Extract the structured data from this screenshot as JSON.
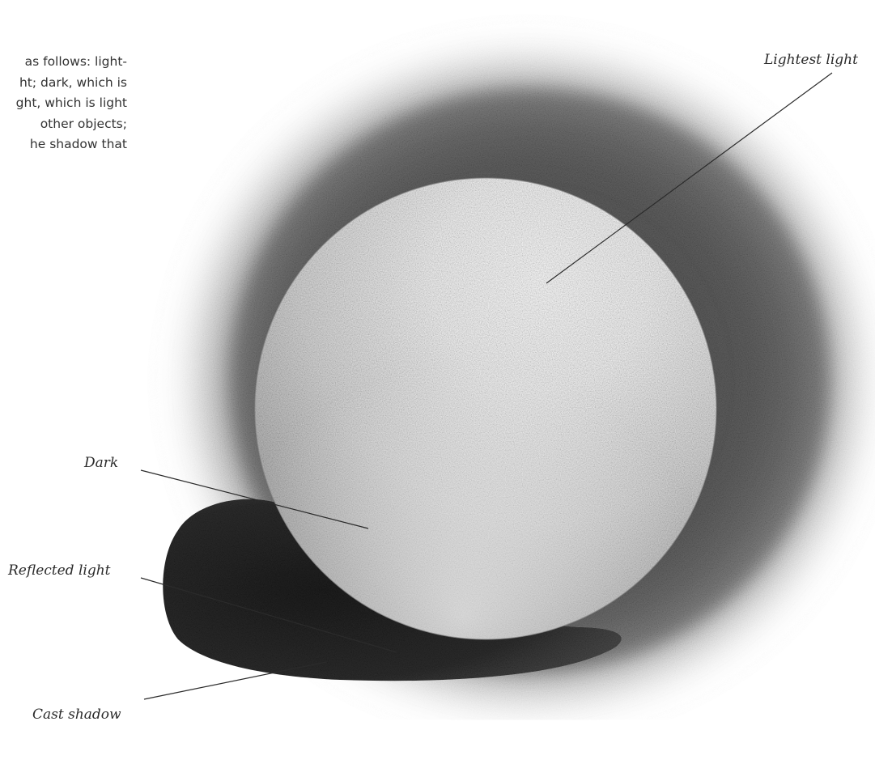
{
  "body_text": {
    "lines": [
      "as follows: light-",
      "ht; dark, which is",
      "ght, which is light",
      "other objects;",
      "he shadow that"
    ]
  },
  "labels": {
    "lightest_light": "Lightest light",
    "dark": "Dark",
    "reflected_light": "Reflected light",
    "cast_shadow": "Cast shadow"
  },
  "colors": {
    "background": "#ffffff",
    "background_shading": "#5c5c5c",
    "cast_shadow": "#2a2a2a",
    "sphere_highlight": "#ffffff",
    "sphere_dark": "#9a9a9a",
    "leader_line": "#2b2b2b",
    "text": "#333333"
  }
}
